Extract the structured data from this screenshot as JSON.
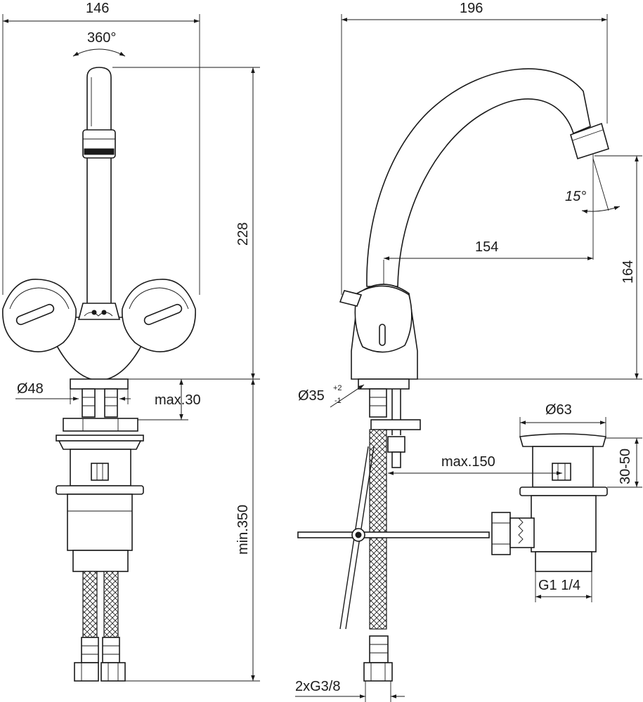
{
  "dimensions": {
    "width_front": "146",
    "rotation": "360°",
    "height_spout": "228",
    "base_diameter_front": "Ø48",
    "max_thickness": "max.30",
    "min_length": "min.350",
    "width_side": "196",
    "spout_angle": "15°",
    "reach": "154",
    "spout_height": "164",
    "base_diameter_side": "Ø35",
    "tolerance_upper": "+2",
    "tolerance_lower": "-1",
    "waste_diameter": "Ø63",
    "waste_range": "30-50",
    "pull_rod_max": "max.150",
    "waste_thread": "G1 1/4",
    "hose_thread": "2xG3/8"
  }
}
